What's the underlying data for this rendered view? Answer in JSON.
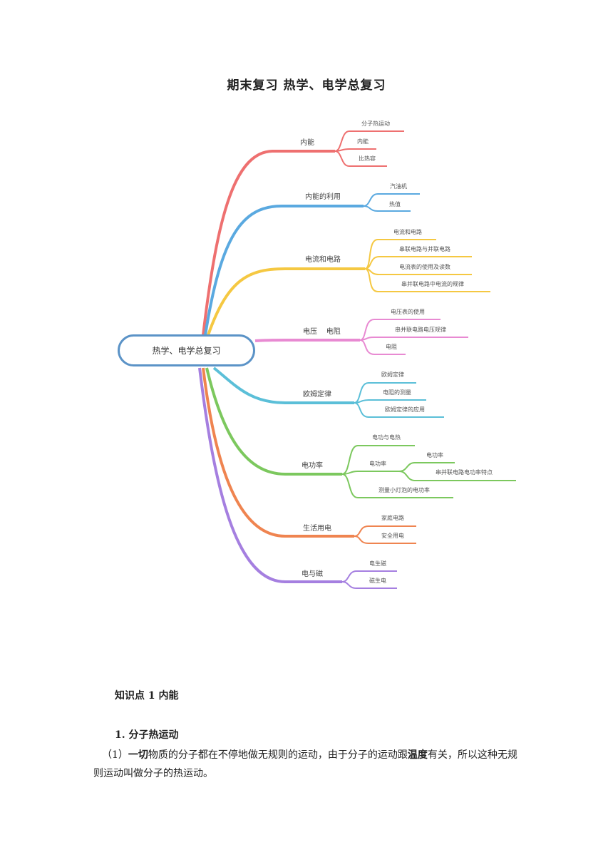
{
  "title": "期末复习 热学、电学总复习",
  "mindmap": {
    "center": "热学、电学总复习",
    "branches": [
      {
        "label": "内能",
        "color": "#ee7070",
        "children": [
          "分子热运动",
          "内能",
          "比热容"
        ]
      },
      {
        "label": "内能的利用",
        "color": "#5aa9e0",
        "children": [
          "汽油机",
          "热值"
        ]
      },
      {
        "label": "电流和电路",
        "color": "#f5c842",
        "children": [
          "电流和电路",
          "串联电路与并联电路",
          "电流表的使用及读数",
          "串并联电路中电流的规律"
        ]
      },
      {
        "label": "电压    电阻",
        "color": "#e88ad2",
        "children": [
          "电压表的使用",
          "串并联电路电压规律",
          "电阻"
        ]
      },
      {
        "label": "欧姆定律",
        "color": "#5bbfd8",
        "children": [
          "欧姆定律",
          "电阻的测量",
          "欧姆定律的应用"
        ]
      },
      {
        "label": "电功率",
        "color": "#7cc85e",
        "children": [
          "电功与电热",
          "电功率",
          "测量小灯泡的电功率"
        ],
        "grandchildren": [
          "电功率",
          "串并联电路电功率特点"
        ]
      },
      {
        "label": "生活用电",
        "color": "#ef8450",
        "children": [
          "家庭电路",
          "安全用电"
        ]
      },
      {
        "label": "电与磁",
        "color": "#a57fe0",
        "children": [
          "电生磁",
          "磁生电"
        ]
      }
    ]
  },
  "section": {
    "heading": "知识点 1  内能",
    "point": "1. 分子热运动",
    "para_prefix": "（1）",
    "para_bold1": "一切",
    "para_mid": "物质的分子都在不停地做无规则的运动，由于分子的运动跟",
    "para_bold2": "温度",
    "para_tail": "有关，所以这种无规则运动叫做分子的热运动。"
  }
}
